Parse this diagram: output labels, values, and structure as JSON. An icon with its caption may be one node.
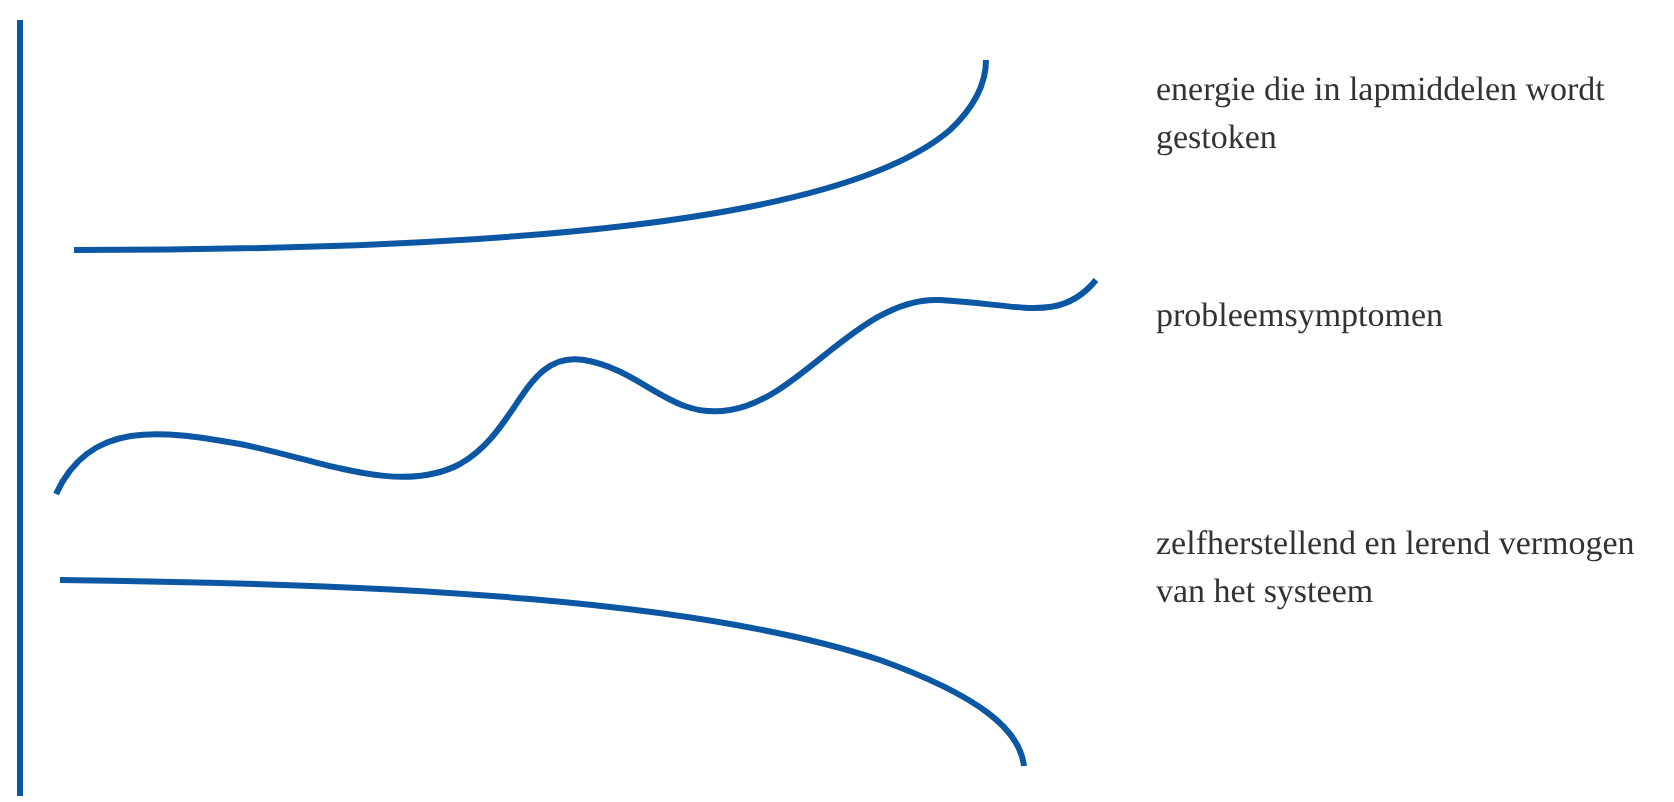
{
  "diagram": {
    "labels": [
      "energie die in lapmiddelen wordt gestoken",
      "probleemsymptomen",
      "zelfherstellend en lerend vermogen van het systeem"
    ]
  }
}
